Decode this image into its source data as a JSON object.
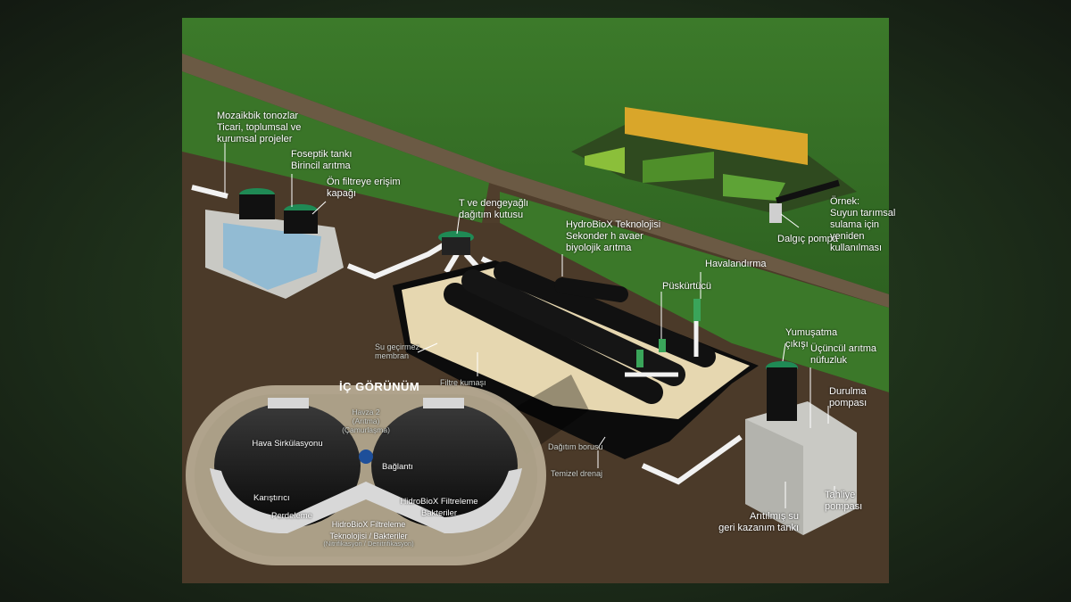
{
  "labels": {
    "mozaik": "Mozaikbik tonozlar\nTicari, toplumsal ve\nkurumsal projeler",
    "foseptik": "Foseptik tankı\nBirincil arıtma",
    "on_filtre": "Ön filtreye erişim\nkapağı",
    "t_denge": "T ve dengeyağlı\ndağıtım kutusu",
    "hydrobiox": "HydroBioX Teknolojisi\nSekonder h avaer\nbiyolojik arıtma",
    "havalandirma": "Havalandırma",
    "puskurtucu": "Püskürtücü",
    "dalgic": "Dalgıç pompa",
    "ornek": "Örnek:\nSuyun tarımsal\nsulama için\nyeniden\nkullanılması",
    "su_gecirmez": "Su geçirmez\nmembran",
    "filtre_kumasi": "Filtre kumaşı",
    "yumusatma": "Yumuşatma\nçıkışı",
    "ucuncul": "Üçüncül arıtma\nnüfuzluk",
    "durulma": "Durulma\npompası",
    "dagitim_borusu": "Dağıtım borusu",
    "temizel": "Temizel drenaj",
    "tahliye": "Tahliye\npompası",
    "aritilmis": "Arıtılmış su\ngeri kazanım tankı"
  },
  "inset": {
    "title": "İÇ GÖRÜNÜM",
    "havza": "Havza 2\n(Arıtma) (Çamurlaşma)",
    "hava": "Hava Sirkülasyonu",
    "baglanti": "Bağlantı",
    "karistirici": "Karıştırıcı",
    "perdeleme": "Perdeleme",
    "filtre_bakteri": "HidroBioX Filtreleme\nBakteriler",
    "teknoloji": "HidroBioX Filtreleme\nTeknolojisi / Bakteriler",
    "nitrifikasyon": "(Nitrifikasyon / Denitrifikasyon)"
  },
  "colors": {
    "grass": "#3f7d2c",
    "soil": "#4a3a28",
    "tank_black": "#111111",
    "lid_green": "#1f8a55",
    "sand": "#e6d7b0",
    "concrete": "#c9c9c4",
    "pipe": "#f2f2f2"
  }
}
